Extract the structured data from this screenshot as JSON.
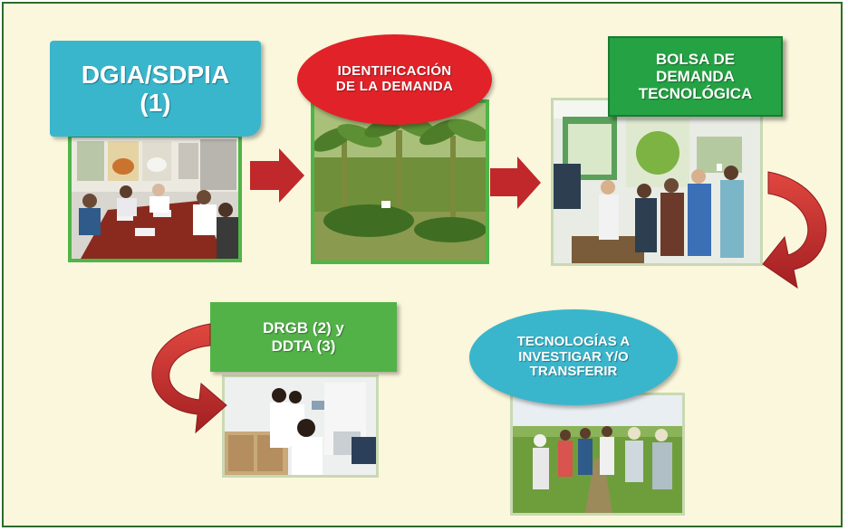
{
  "diagram": {
    "box1": {
      "line1": "DGIA/SDPIA",
      "line2": "(1)"
    },
    "box2": {
      "line1": "IDENTIFICACIÓN",
      "line2": "DE LA DEMANDA"
    },
    "box3": {
      "line1": "BOLSA DE",
      "line2": "DEMANDA",
      "line3": "TECNOLÓGICA"
    },
    "box4": {
      "line1": "DRGB (2) y",
      "line2": "DDTA (3)"
    },
    "box5": {
      "line1": "TECNOLOGÍAS A",
      "line2": "INVESTIGAR Y/O",
      "line3": "TRANSFERIR"
    }
  },
  "colors": {
    "background": "#fbf7dc",
    "frame": "#2e6b2e",
    "teal": "#3ab6cc",
    "red": "#e12229",
    "green": "#25a244",
    "arrow": "#c0282b"
  }
}
